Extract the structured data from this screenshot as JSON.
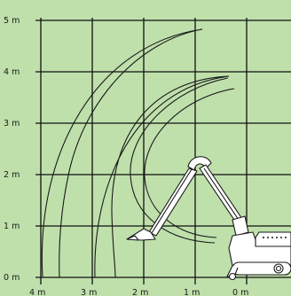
{
  "colors": {
    "background": "#bfe0ab",
    "grid": "#111111",
    "curve": "#1a1a1a",
    "machine_fill": "#ffffff"
  },
  "y_axis": {
    "ticks": [
      "0 m",
      "1 m",
      "2 m",
      "3 m",
      "4 m",
      "5 m"
    ]
  },
  "x_axis": {
    "ticks": [
      "4 m",
      "3 m",
      "2 m",
      "1 m",
      "0 m"
    ]
  },
  "machine": {
    "icon": "demolition-robot-icon"
  }
}
